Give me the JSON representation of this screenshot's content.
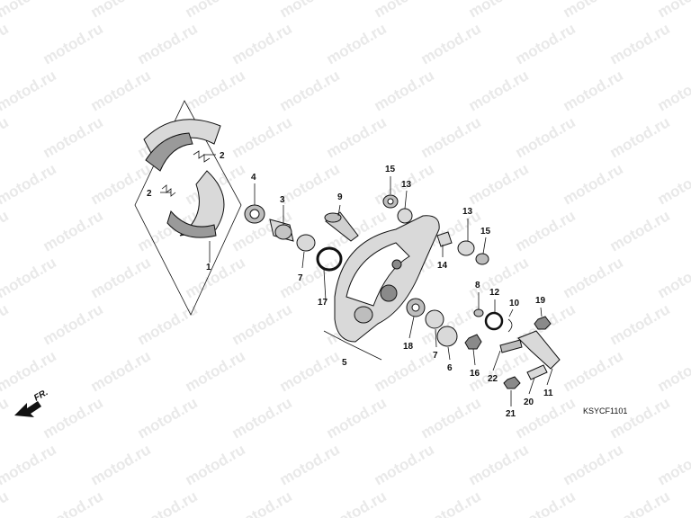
{
  "watermark": "motod.ru",
  "diagram_code": "KSYCF1101",
  "direction_label": "FR.",
  "callouts": [
    "1",
    "2",
    "2",
    "3",
    "4",
    "5",
    "6",
    "7",
    "7",
    "8",
    "9",
    "10",
    "11",
    "12",
    "13",
    "13",
    "14",
    "15",
    "15",
    "16",
    "17",
    "18",
    "19",
    "20",
    "21",
    "22"
  ],
  "colors": {
    "part_fill": "#d9d9d9",
    "part_dark": "#8a8a8a",
    "line": "#111111",
    "watermark": "#e9e9e9"
  }
}
